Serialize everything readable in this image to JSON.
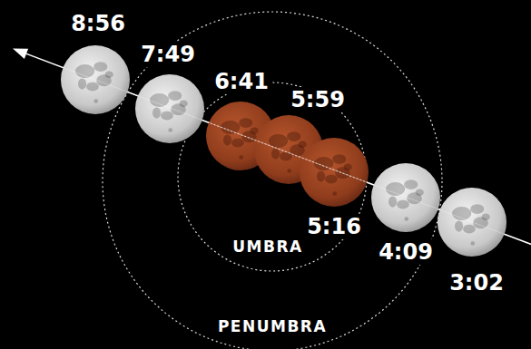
{
  "diagram": {
    "nodes": [
      {
        "text": [
          "PENUMBRA"
        ]
      },
      {
        "text": [
          "UMBRA"
        ],
        "in": 0
      }
    ],
    "labels": [
      "8:56",
      "7:49",
      "6:41",
      "5:59",
      "5:16",
      "4:09",
      "3:02"
    ]
  }
}
